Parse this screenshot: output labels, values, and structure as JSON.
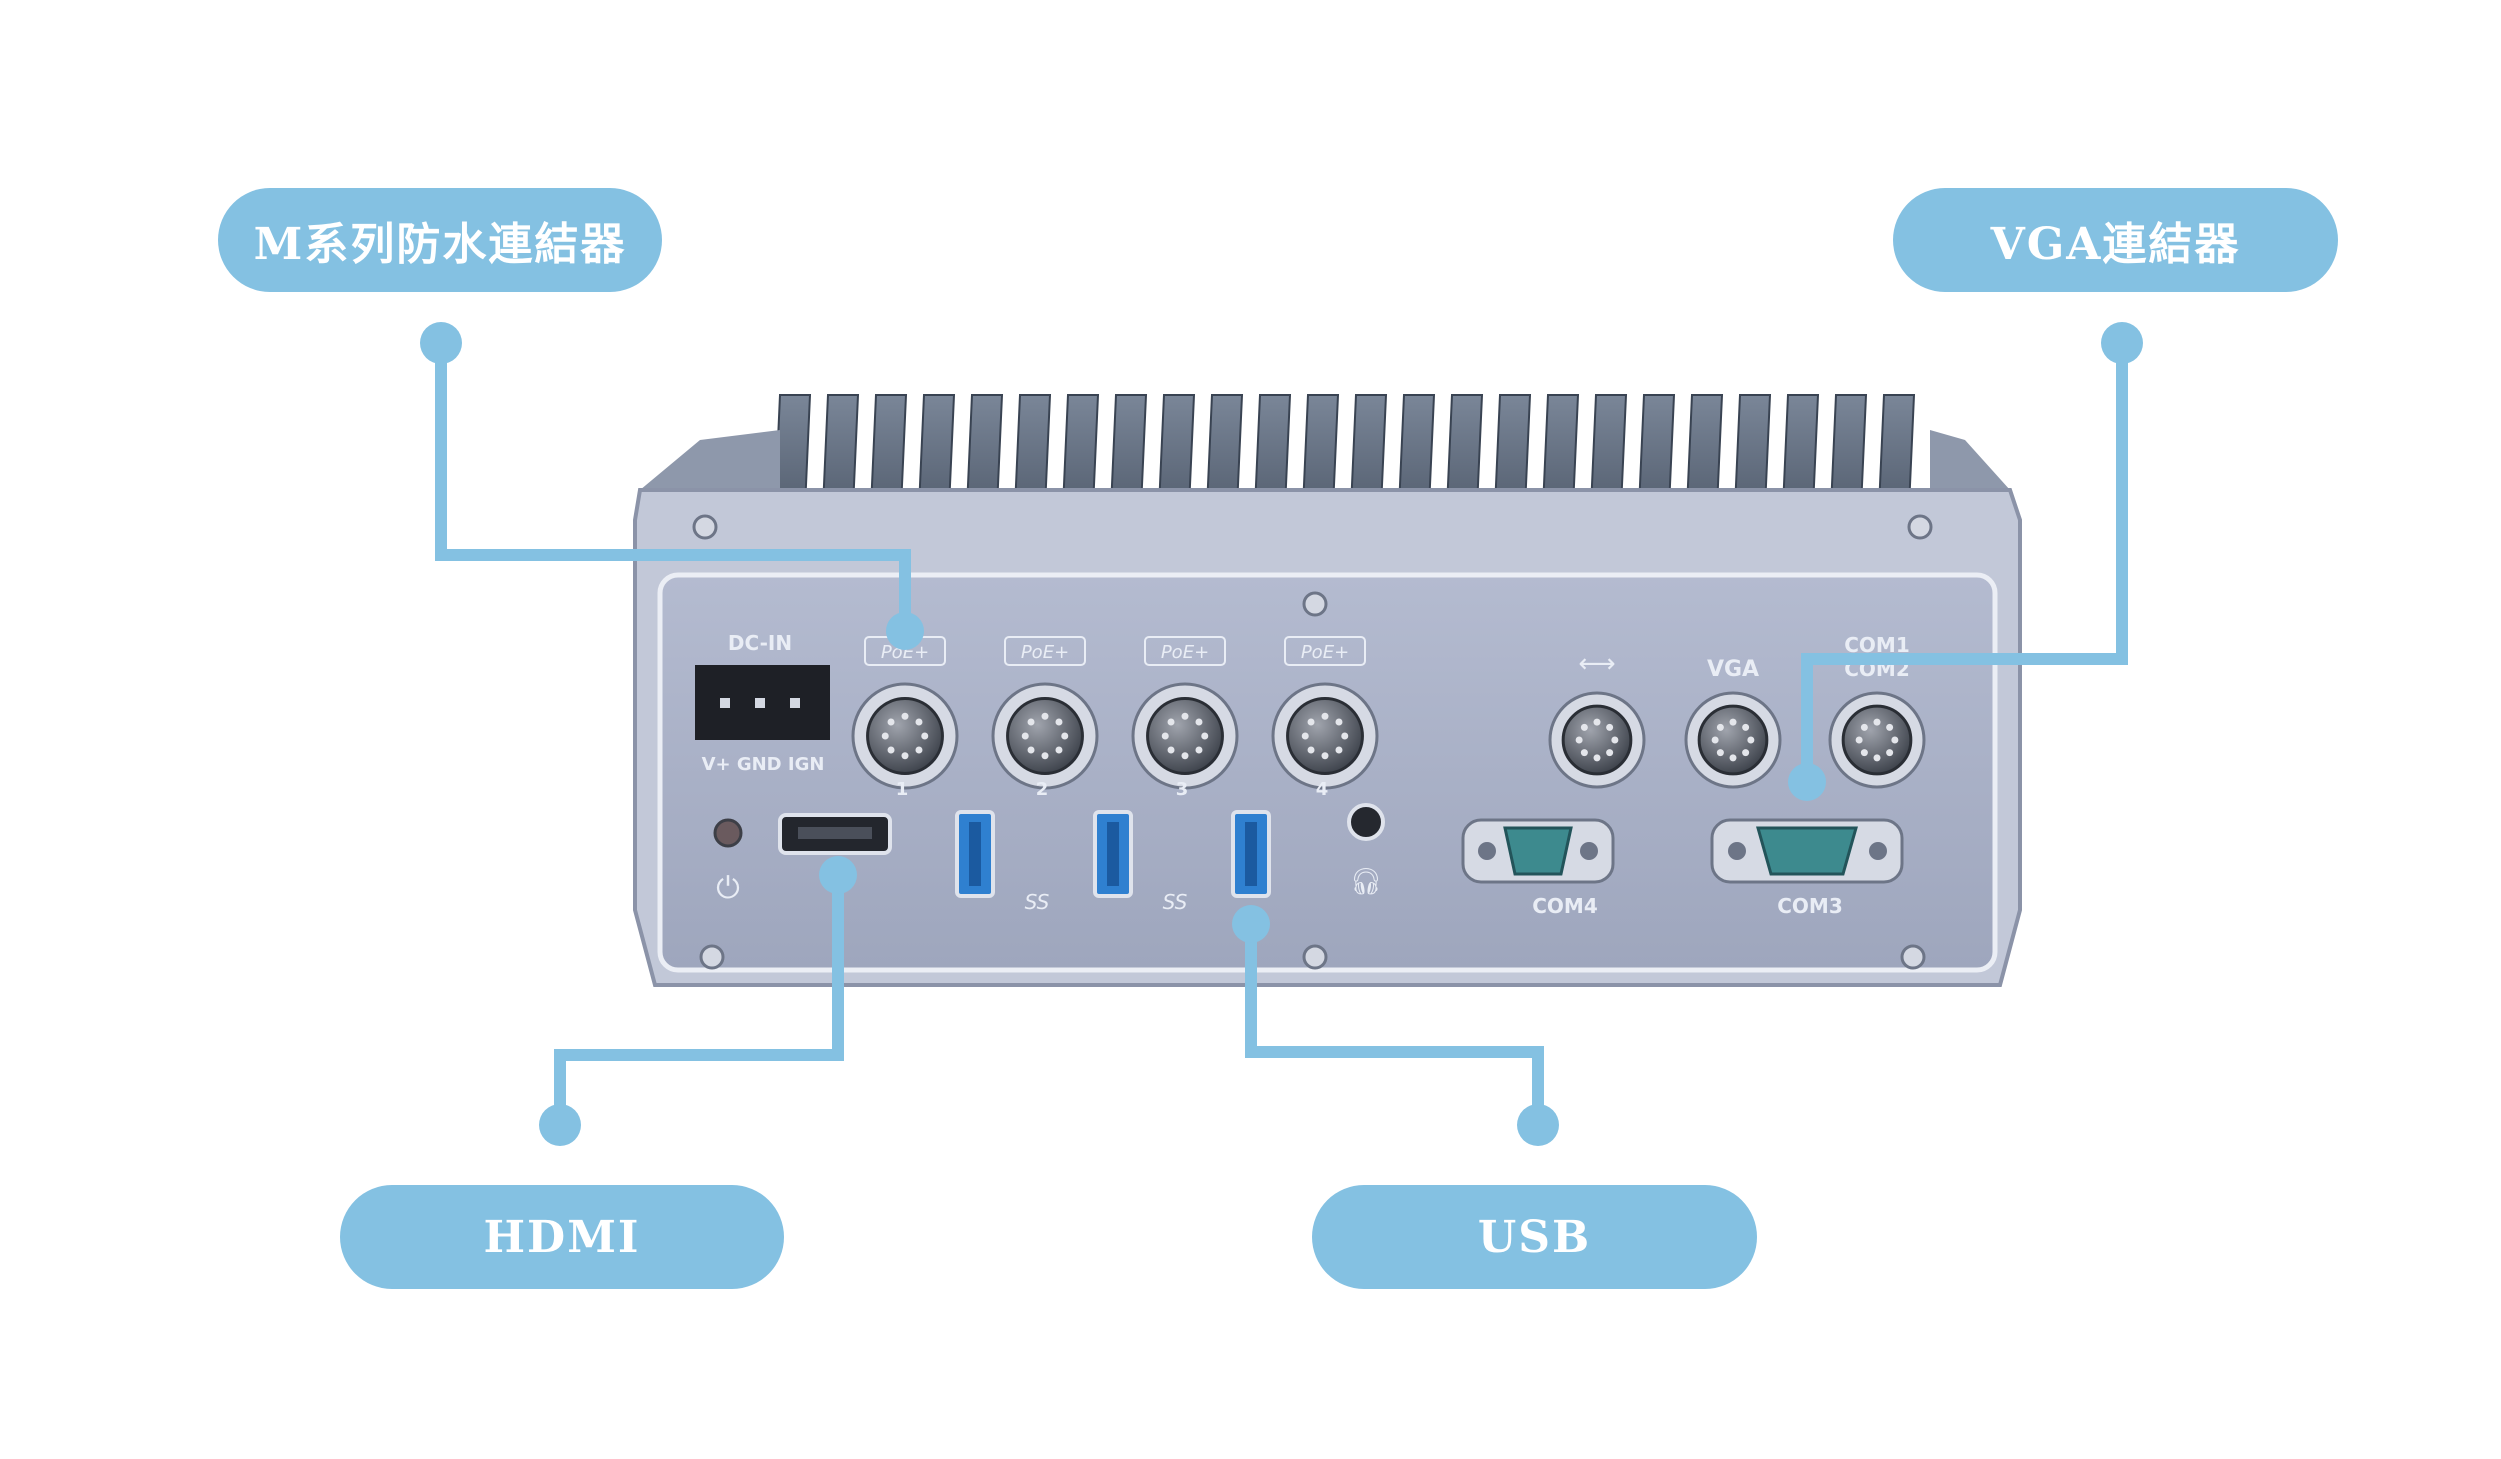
{
  "callouts": {
    "m_series": "M系列防水連結器",
    "vga": "VGA連結器",
    "hdmi": "HDMI",
    "usb": "USB"
  },
  "device": {
    "dc_in": "DC-IN",
    "power_pins": "V+  GND  IGN",
    "poe": "PoE+",
    "ports": [
      "1",
      "2",
      "3",
      "4"
    ],
    "vga": "VGA",
    "com1": "COM1",
    "com2": "COM2",
    "com3": "COM3",
    "com4": "COM4",
    "ss": "SS"
  },
  "colors": {
    "accent": "#84c1e2",
    "chassis": "#a8b0c6",
    "heatsink": "#5b6779",
    "usb_blue": "#2f80d0",
    "db9": "#3d8a8e"
  }
}
